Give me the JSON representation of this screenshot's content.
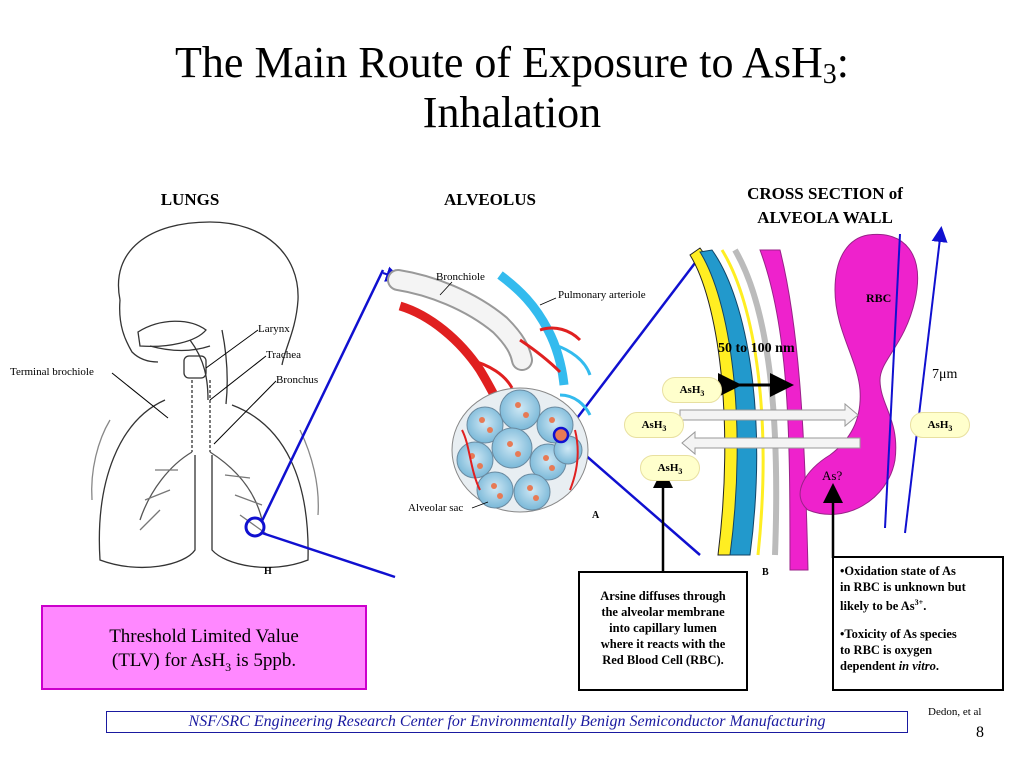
{
  "title": {
    "line1_pre": "The Main Route of Exposure to AsH",
    "line1_sub": "3",
    "line1_post": ":",
    "line2": "Inhalation"
  },
  "headers": {
    "lungs": "LUNGS",
    "alveolus": "ALVEOLUS",
    "cross1": "CROSS SECTION of",
    "cross2": "ALVEOLA WALL"
  },
  "lung_labels": {
    "larynx": "Larynx",
    "trachea": "Trachea",
    "bronchus": "Bronchus",
    "terminal": "Terminal brochiole",
    "fig_h": "H"
  },
  "alveolus_labels": {
    "bronchiole": "Bronchiole",
    "pulmonary": "Pulmonary arteriole",
    "sac": "Alveolar sac",
    "fig_a": "A"
  },
  "cross_labels": {
    "rbc": "RBC",
    "thickness": "50 to 100 nm",
    "size": "7μm",
    "as_q": "As?",
    "fig_b": "B"
  },
  "molecules": {
    "base": "AsH",
    "sub": "3"
  },
  "tlv": {
    "pre": "Threshold Limited Value",
    "line2_pre": "(TLV)  for AsH",
    "sub": "3",
    "post": " is 5ppb."
  },
  "note_left": [
    "Arsine diffuses through",
    "the alveolar membrane",
    "into capillary lumen",
    "where it reacts with the",
    "Red Blood Cell (RBC)."
  ],
  "note_right": {
    "b1_l1": "•Oxidation state of As",
    "b1_l2": "in RBC is unknown but",
    "b1_l3_pre": "likely to be As",
    "b1_sup": "3+",
    "b1_l3_post": ".",
    "b2_l1": "•Toxicity of As species",
    "b2_l2": "to RBC is oxygen",
    "b2_l3_pre": "dependent ",
    "b2_l3_em": "in vitro",
    "b2_l3_post": "."
  },
  "footer": "NSF/SRC Engineering Research Center for Environmentally Benign Semiconductor Manufacturing",
  "credit": "Dedon, et al",
  "page_number": "8",
  "colors": {
    "connector": "#1010d0",
    "rbc": "#ee22cc",
    "tlv_fill": "#ff88ff",
    "membrane_yellow": "#ffee22",
    "membrane_blue": "#2299cc",
    "vessel_red": "#e02020",
    "vessel_blue": "#33bbee"
  }
}
